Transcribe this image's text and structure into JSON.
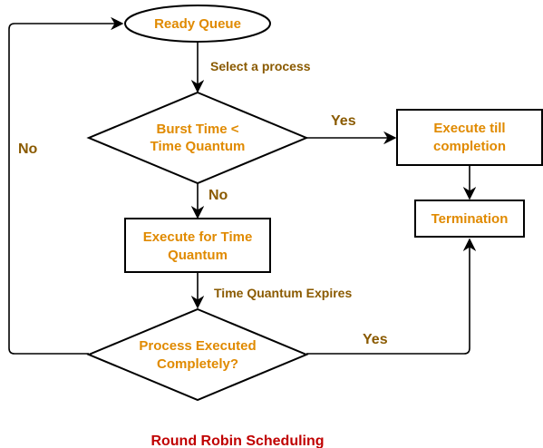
{
  "colors": {
    "node_text": "#e08a00",
    "edge_label": "#8a5a00",
    "caption": "#c00000",
    "stroke": "#000000"
  },
  "nodes": {
    "ready_queue": {
      "shape": "ellipse",
      "label": "Ready Queue"
    },
    "burst_decision": {
      "shape": "diamond",
      "line1": "Burst Time <",
      "line2": "Time Quantum"
    },
    "execute_till_completion": {
      "shape": "rectangle",
      "line1": "Execute till",
      "line2": "completion"
    },
    "termination": {
      "shape": "rectangle",
      "label": "Termination"
    },
    "execute_for_quantum": {
      "shape": "rectangle",
      "line1": "Execute for Time",
      "line2": "Quantum"
    },
    "completed_decision": {
      "shape": "diamond",
      "line1": "Process Executed",
      "line2": "Completely?"
    }
  },
  "edges": {
    "select_process": "Select a process",
    "burst_yes": "Yes",
    "burst_no": "No",
    "quantum_expires": "Time Quantum Expires",
    "completed_yes": "Yes",
    "completed_no": "No"
  },
  "caption": "Round Robin Scheduling"
}
